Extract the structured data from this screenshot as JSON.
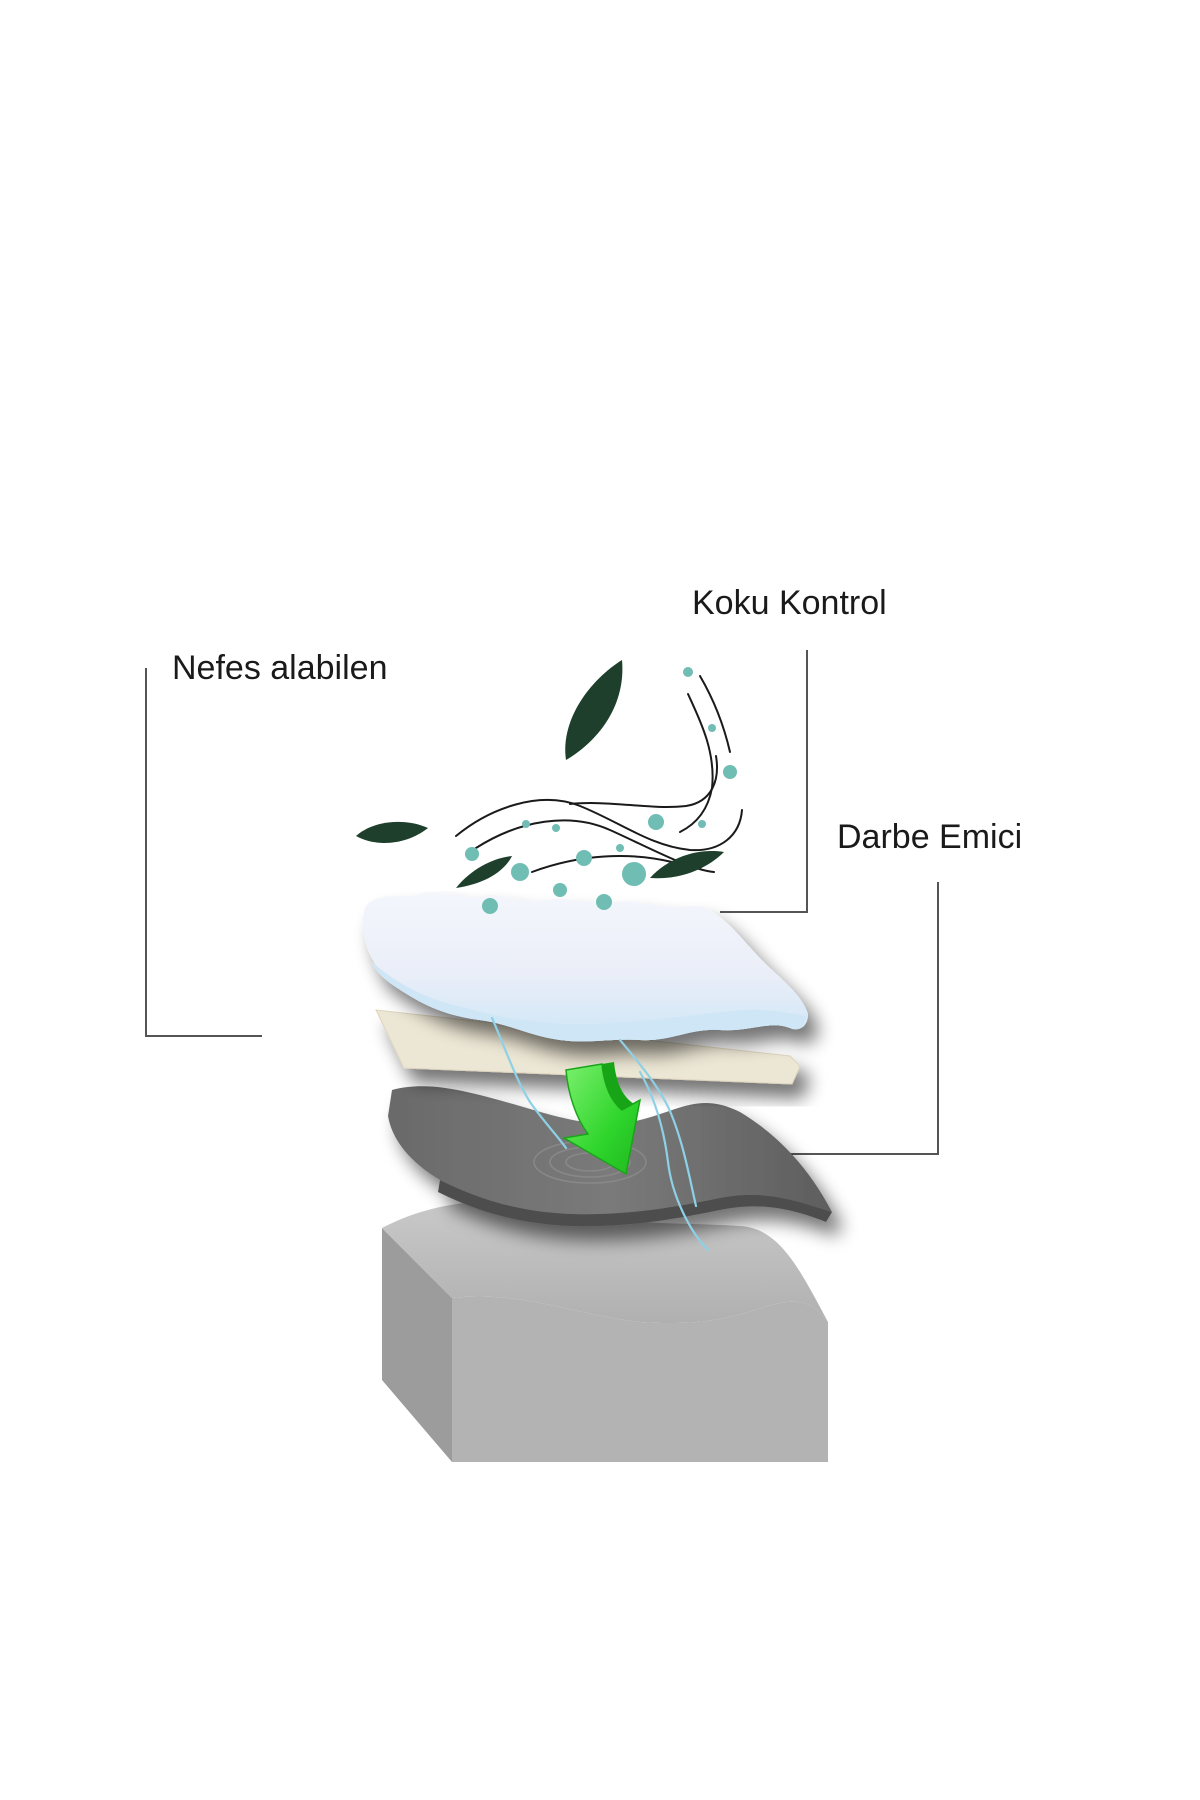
{
  "labels": {
    "odor_control": "Koku Kontrol",
    "breathable": "Nefes alabilen",
    "shock_absorber": "Darbe Emici"
  },
  "colors": {
    "leaf": "#1d3f2b",
    "particle": "#6fbdb3",
    "top_layer_light": "#eef2fa",
    "top_layer_edge": "#cfe6f6",
    "liner": "#ece6d4",
    "shock_layer": "#707070",
    "foam": "#b4b4b4",
    "arrow": "#3ddc38",
    "callout_line": "#555555"
  },
  "icons": [
    "leaf-icon",
    "airflow-icon",
    "down-arrow-icon",
    "ripple-icon"
  ]
}
